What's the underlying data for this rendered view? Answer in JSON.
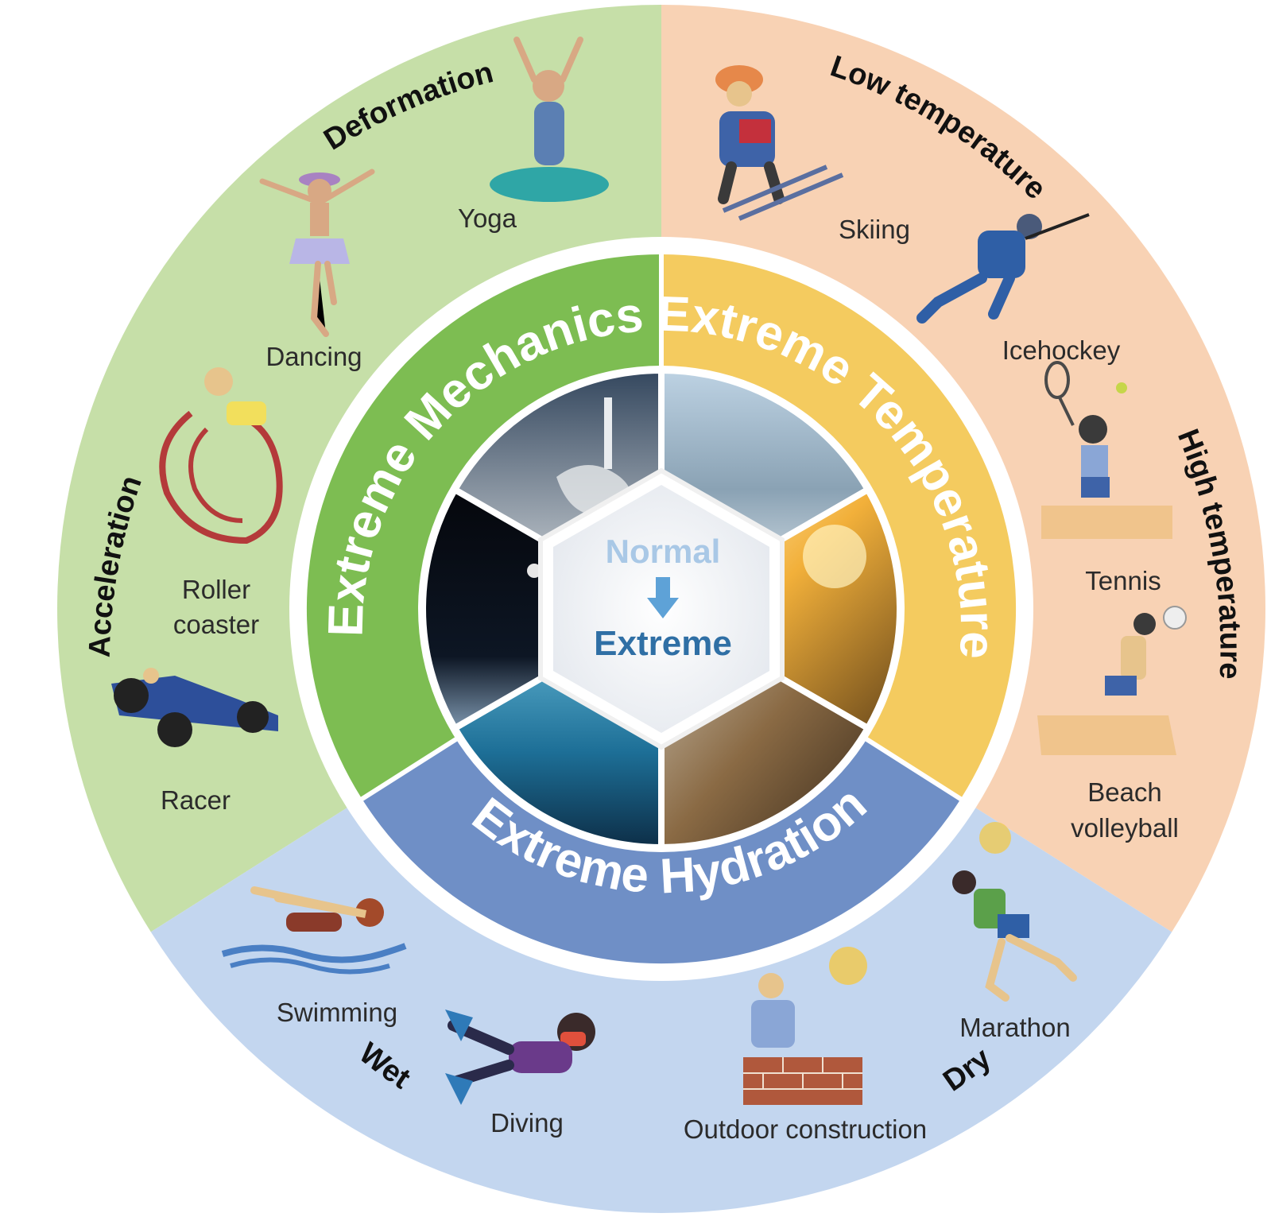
{
  "colors": {
    "mechanics_outer": "#c6dfa8",
    "temperature_outer": "#f8d2b4",
    "hydration_outer": "#c3d6ef",
    "mechanics_inner": "#7dbd52",
    "temperature_inner": "#f4cb5f",
    "hydration_inner": "#6f8fc6"
  },
  "ring": {
    "mechanics": "Extreme Mechanics",
    "temperature": "Extreme Temperature",
    "hydration": "Extreme Hydration"
  },
  "center": {
    "top": "Normal",
    "bottom": "Extreme"
  },
  "categories": {
    "deformation": "Deformation",
    "acceleration": "Acceleration",
    "low_temperature": "Low temperature",
    "high_temperature": "High temperature",
    "wet": "Wet",
    "dry": "Dry"
  },
  "activities": {
    "yoga": "Yoga",
    "dancing": "Dancing",
    "roller": "Roller",
    "coaster": "coaster",
    "racer": "Racer",
    "skiing": "Skiing",
    "icehockey": "Icehockey",
    "tennis": "Tennis",
    "beach": "Beach",
    "volleyball": "volleyball",
    "swimming": "Swimming",
    "diving": "Diving",
    "outdoor_construction": "Outdoor construction",
    "marathon": "Marathon"
  },
  "icons": {
    "photos": [
      "rocket-launch-photo",
      "snowy-forest-photo",
      "sunset-photo",
      "desert-dunes-photo",
      "ocean-photo",
      "astronaut-space-photo"
    ],
    "people": [
      "yoga-icon",
      "dancing-icon",
      "roller-coaster-icon",
      "racer-car-icon",
      "skiing-icon",
      "icehockey-icon",
      "tennis-icon",
      "beach-volleyball-icon",
      "swimming-icon",
      "diving-icon",
      "outdoor-construction-icon",
      "marathon-icon"
    ]
  }
}
